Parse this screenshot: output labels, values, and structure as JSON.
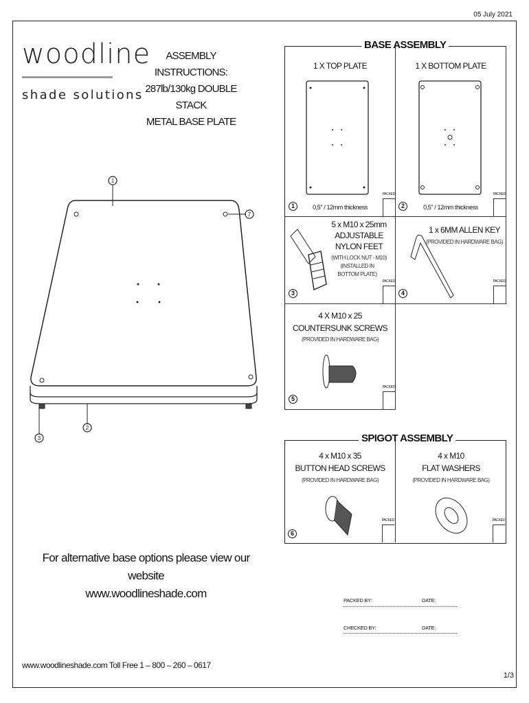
{
  "date": "05 July 2021",
  "logo": {
    "brand": "woodline",
    "tagline": "shade solutions"
  },
  "title": {
    "line1": "ASSEMBLY INSTRUCTIONS:",
    "line2": "287lb/130kg DOUBLE STACK",
    "line3": "METAL BASE PLATE"
  },
  "diagram_callouts": [
    "1",
    "2",
    "3",
    "7"
  ],
  "base_assembly": {
    "heading": "BASE ASSEMBLY",
    "packed_label": "PACKED",
    "items": [
      {
        "num": "1",
        "title": "1 X TOP PLATE",
        "note": "0,5\" / 12mm thickness"
      },
      {
        "num": "2",
        "title": "1 X BOTTOM PLATE",
        "note": "0,5\" / 12mm thickness"
      },
      {
        "num": "3",
        "line1": "5 x M10 x 25mm",
        "line2": "ADJUSTABLE",
        "line3": "NYLON FEET",
        "sub1": "(WITH LOCK NUT - M10)",
        "sub2": "(INSTALLED IN",
        "sub3": "BOTTOM PLATE)"
      },
      {
        "num": "4",
        "title": "1 x 6MM ALLEN KEY",
        "sub": "(PROVIDED IN HARDWARE BAG)"
      },
      {
        "num": "5",
        "line1": "4 X M10 x 25",
        "line2": "COUNTERSUNK SCREWS",
        "sub": "(PROVIDED IN HARDWARE BAG)"
      }
    ]
  },
  "spigot_assembly": {
    "heading": "SPIGOT ASSEMBLY",
    "items": [
      {
        "num": "6",
        "line1": "4 x M10 x 35",
        "line2": "BUTTON HEAD SCREWS",
        "sub": "(PROVIDED IN HARDWARE BAG)"
      },
      {
        "line1": "4 x M10",
        "line2": "FLAT WASHERS",
        "sub": "(PROVIDED IN HARDWARE BAG)"
      }
    ]
  },
  "alt_text": {
    "line1": "For alternative base options please view our website",
    "line2": "www.woodlineshade.com"
  },
  "signoff": {
    "packed_by": "PACKED BY:",
    "checked_by": "CHECKED BY:",
    "date": "DATE:"
  },
  "footer": "www.woodlineshade.com  Toll Free 1 – 800 – 260 – 0617",
  "page": "1/3"
}
